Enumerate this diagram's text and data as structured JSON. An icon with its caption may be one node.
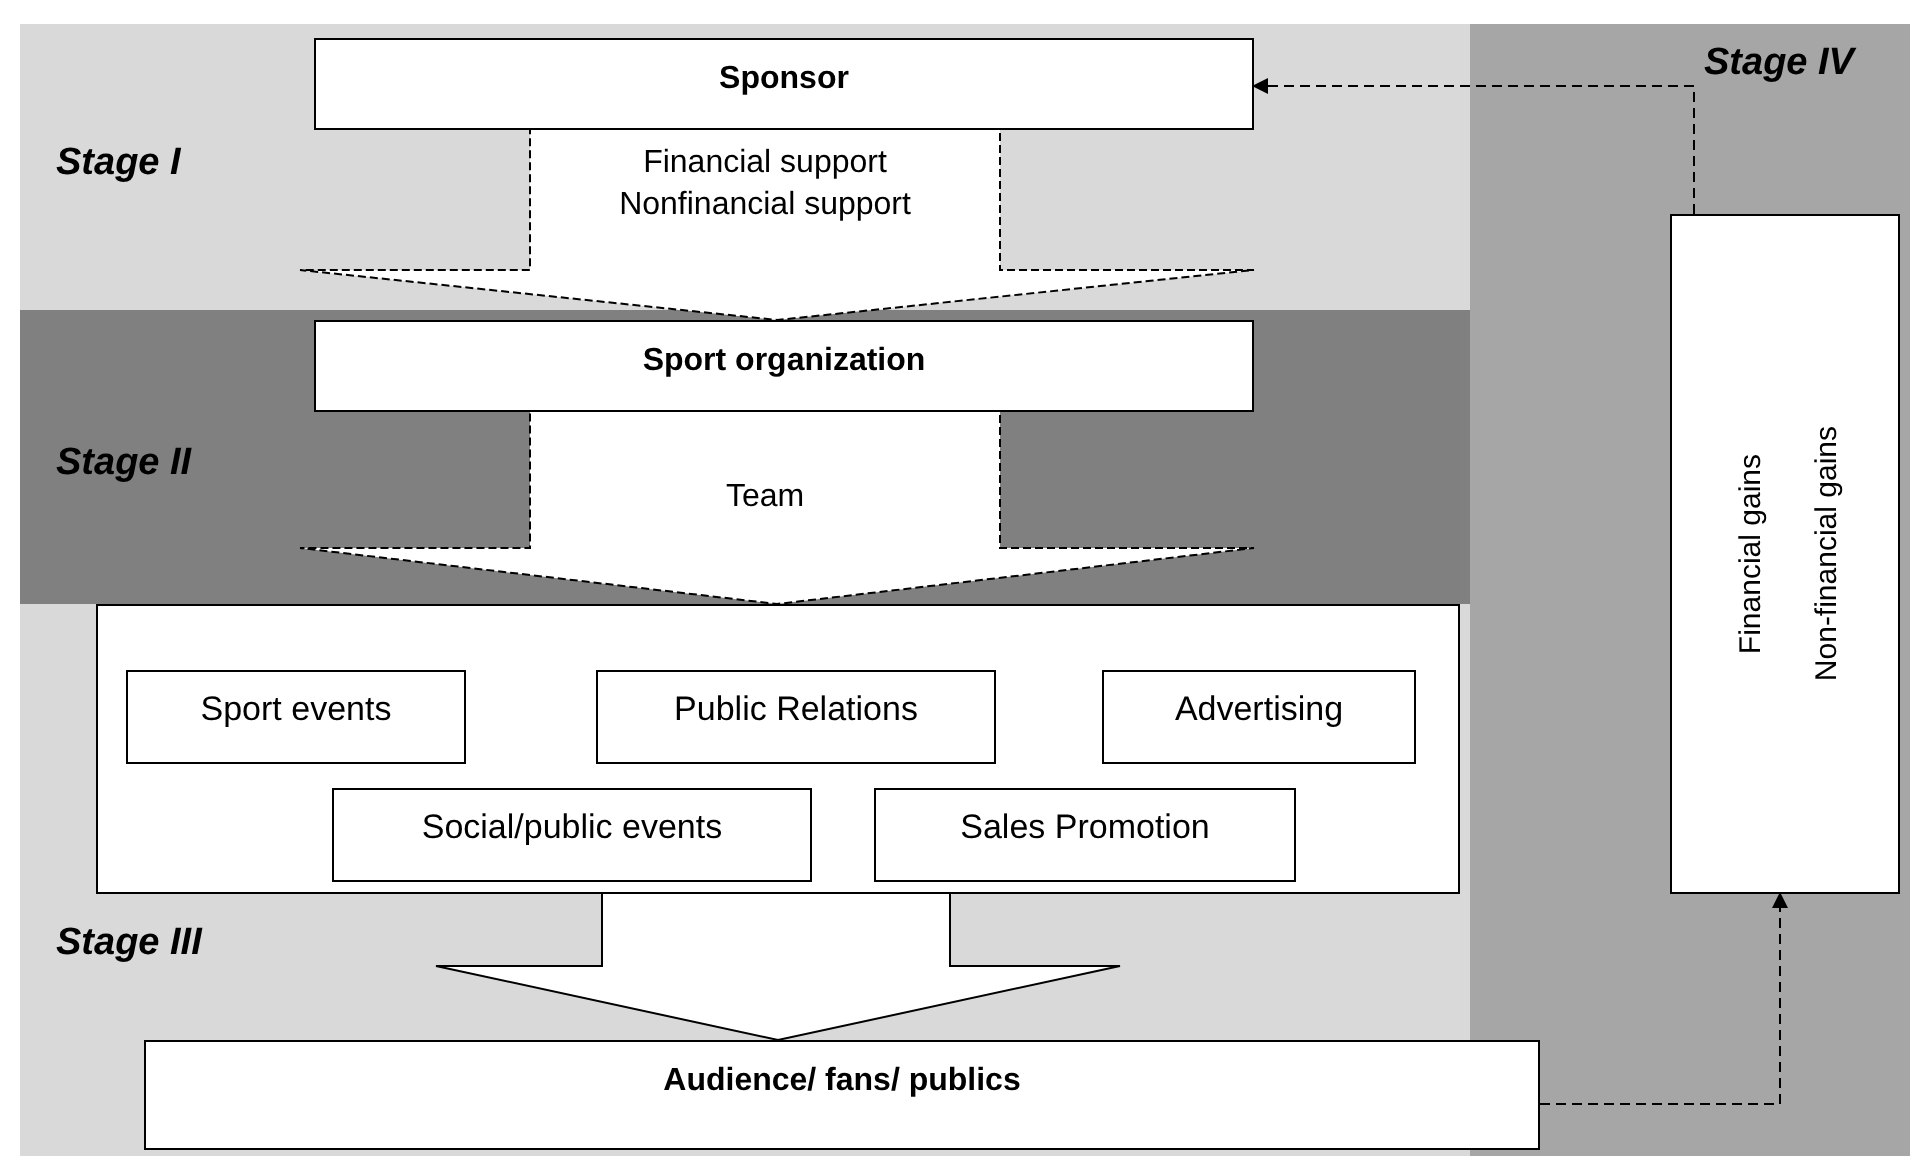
{
  "diagram": {
    "nodes": [
      {
        "text": [
          "Sponsor"
        ]
      },
      {
        "text": [
          "Sport organization"
        ]
      },
      {
        "text": [],
        "shape": "box"
      },
      {
        "text": [
          "Sport events"
        ],
        "in": 2
      },
      {
        "text": [
          "Public Relations"
        ],
        "in": 2
      },
      {
        "text": [
          "Advertising"
        ],
        "in": 2
      },
      {
        "text": [
          "Social/public events"
        ],
        "in": 2
      },
      {
        "text": [
          "Sales Promotion"
        ],
        "in": 2
      },
      {
        "text": [
          "Audience/ fans/ publics"
        ]
      },
      {
        "text": [
          "Financial gains",
          "Non-financial gains"
        ]
      }
    ],
    "edges": [
      {
        "from": 0,
        "to": 1,
        "arrow": "to",
        "label": "Financial support Nonfinancial support",
        "style": "dashed"
      },
      {
        "from": 1,
        "to": 2,
        "arrow": "to",
        "label": "Team",
        "style": "dashed"
      },
      {
        "from": 2,
        "to": 8,
        "arrow": "to"
      },
      {
        "from": 8,
        "to": 9,
        "arrow": "to",
        "style": "dashed"
      },
      {
        "from": 9,
        "to": 0,
        "arrow": "to",
        "style": "dashed"
      }
    ],
    "labels": [
      "Stage I",
      "Stage II",
      "Stage III",
      "Stage IV"
    ]
  }
}
